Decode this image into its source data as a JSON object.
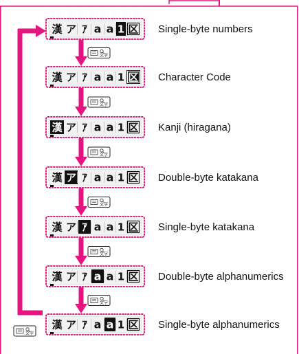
{
  "rows": [
    {
      "label": "Single-byte numbers",
      "highlight": 5,
      "cursor": 0
    },
    {
      "label": "Character Code",
      "highlight": 6,
      "cursor": 0
    },
    {
      "label": "Kanji (hiragana)",
      "highlight": 0,
      "cursor": 0
    },
    {
      "label": "Double-byte katakana",
      "highlight": 1,
      "cursor": 0
    },
    {
      "label": "Single-byte katakana",
      "highlight": 2,
      "cursor": 0
    },
    {
      "label": "Double-byte alphanumerics",
      "highlight": 3,
      "cursor": 0
    },
    {
      "label": "Single-byte alphanumerics",
      "highlight": 4,
      "cursor": 0
    }
  ],
  "glyphs": [
    "漢",
    "ア",
    "ｱ",
    "a",
    "a",
    "1",
    "区"
  ],
  "key_icon": "mode-switch-key-icon",
  "colors": {
    "accent": "#e5157f",
    "highlight": "#111111",
    "field": "#f2f2f2"
  }
}
